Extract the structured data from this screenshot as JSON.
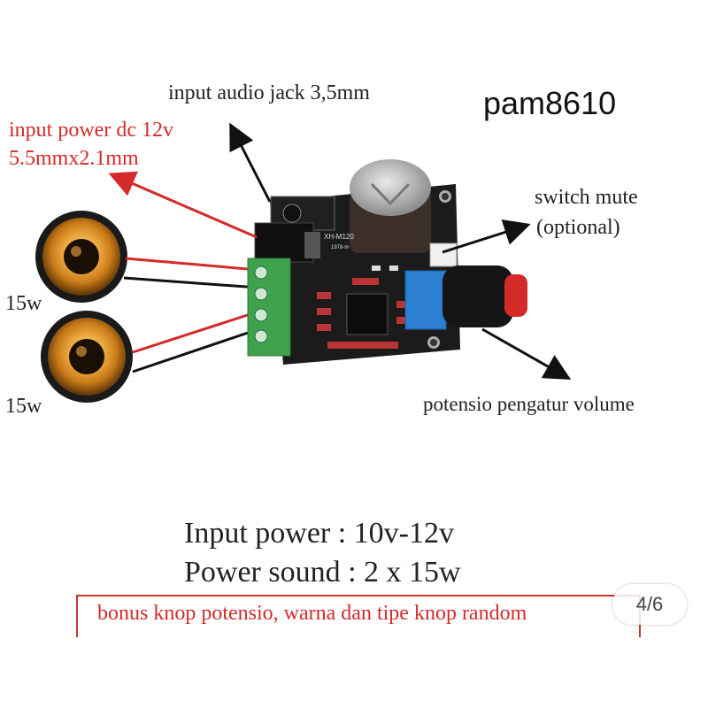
{
  "title": "pam8610",
  "labels": {
    "audio_jack": "input audio jack 3,5mm",
    "power_line1": "input power dc 12v",
    "power_line2": "5.5mmx2.1mm",
    "mute_line1": "switch mute",
    "mute_line2": "(optional)",
    "volume": "potensio pengatur volume",
    "speaker_top": "15w",
    "speaker_bottom": "15w"
  },
  "specs": {
    "input_power": "Input power : 10v-12v",
    "power_sound": "Power sound : 2 x 15w"
  },
  "note": "bonus knop potensio, warna dan tipe knop random",
  "pager": "4/6",
  "board_markings": {
    "model": "XH-M120",
    "sub": "1978-m"
  },
  "colors": {
    "red_accent": "#d42a2a",
    "pcb": "#1b1b1b",
    "terminal_green": "#3fa34d",
    "speaker_orange": "#e8a33a"
  }
}
